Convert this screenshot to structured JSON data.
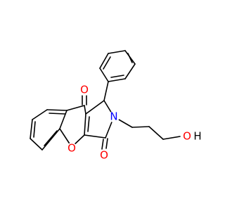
{
  "diagram": {
    "type": "chemical-structure",
    "colors": {
      "bond": "#000000",
      "oxygen": "#ff0000",
      "nitrogen": "#0000ff",
      "carbon_hydrogen": "#000000",
      "background": "#ffffff"
    },
    "atoms": {
      "ketone_o": "O",
      "ring_o": "O",
      "lactam_o": "O",
      "ring_n": "N",
      "hydroxyl_o": "O",
      "hydroxyl_h": "H"
    }
  }
}
